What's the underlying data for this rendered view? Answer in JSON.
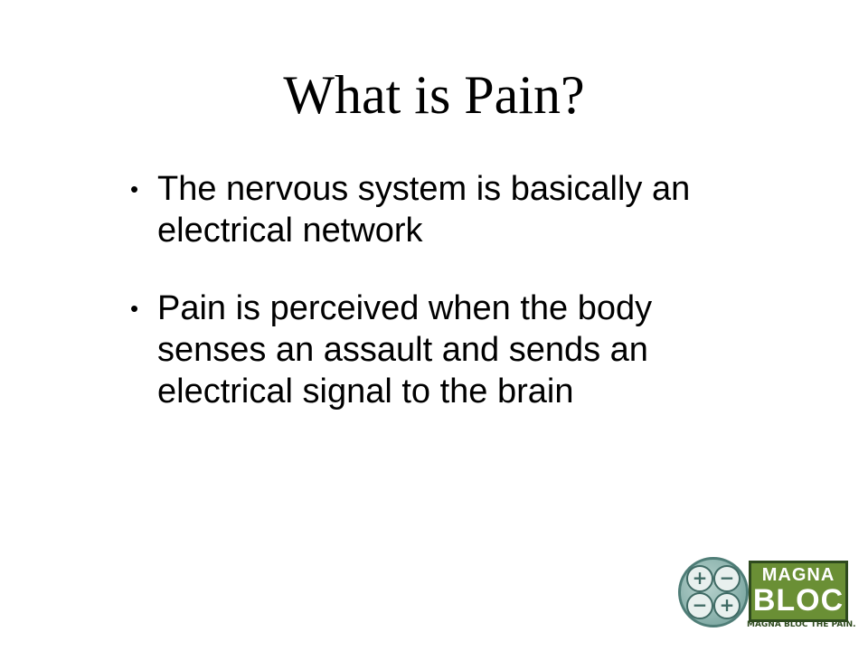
{
  "slide": {
    "title": "What is Pain?",
    "bullets": [
      {
        "marker": "•",
        "lines": [
          "The nervous system is basically an",
          "electrical network"
        ]
      },
      {
        "marker": "•",
        "lines": [
          "Pain is perceived when the body",
          "senses an assault and sends an",
          "electrical signal to the brain"
        ]
      }
    ]
  },
  "logo": {
    "symbols": [
      "+",
      "−",
      "−",
      "+"
    ],
    "word_top": "MAGNA",
    "word_bottom": "BLOC",
    "tagline": "MAGNA BLOC THE PAIN.",
    "colors": {
      "box": "#6a8f35",
      "circle": "#8fb5af",
      "text": "#2e4a1e"
    },
    "icon": "magnet-polarity-icon"
  }
}
